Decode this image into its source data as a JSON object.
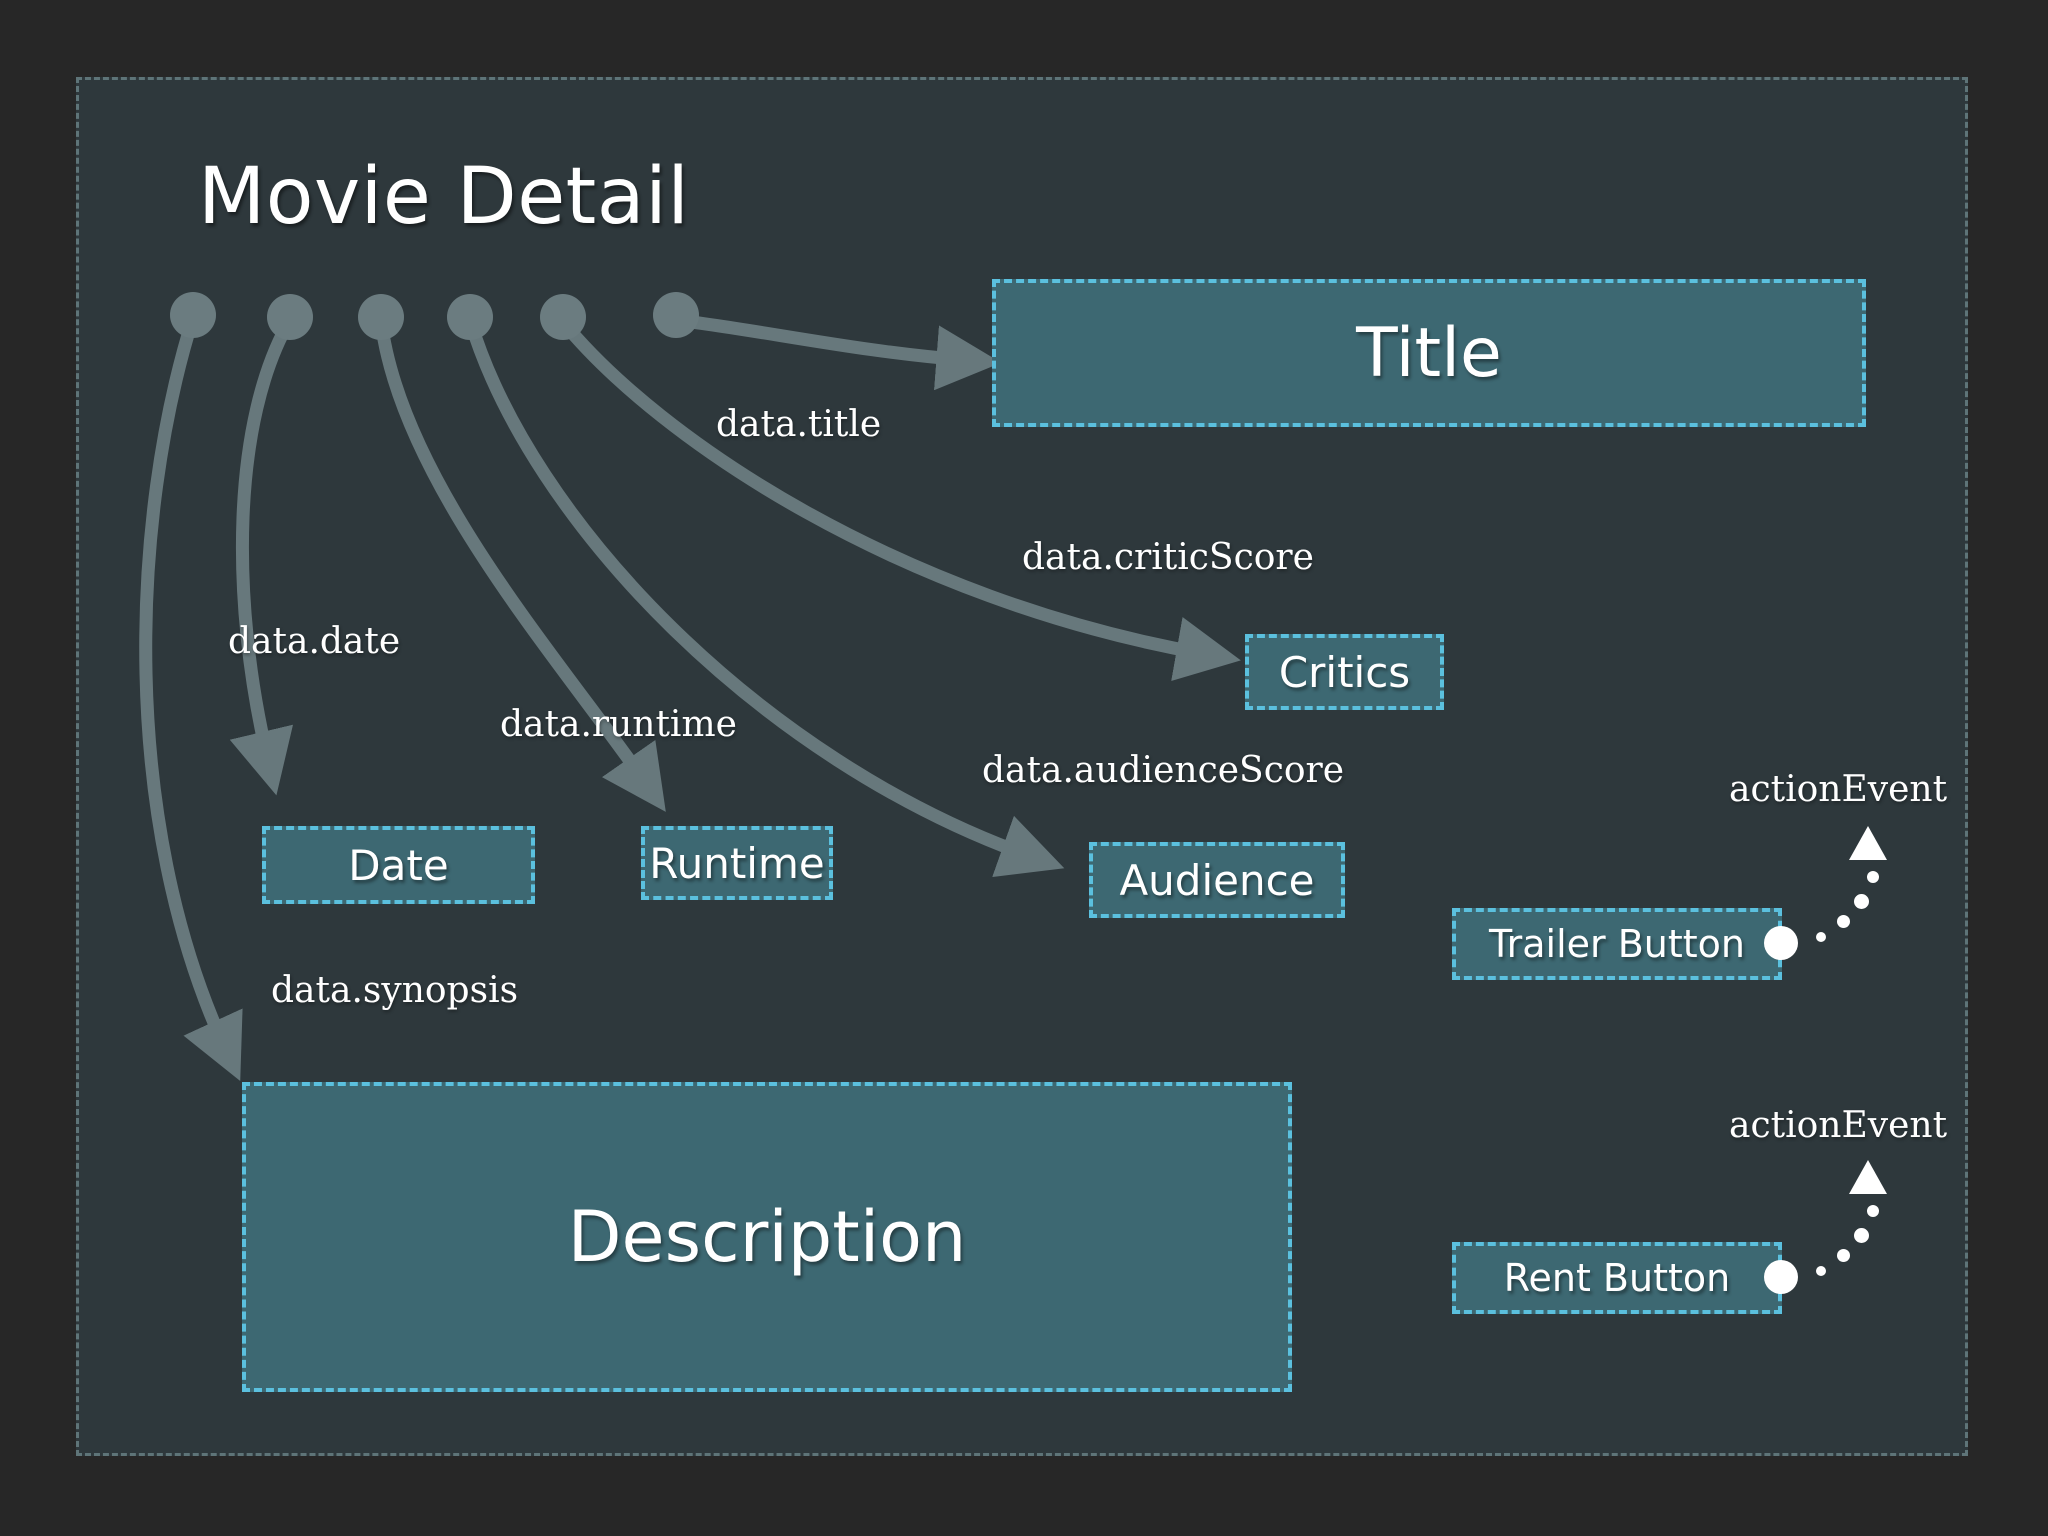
{
  "screen": {
    "title": "Movie Detail",
    "colors": {
      "page_background": "#272727",
      "canvas_background": "#2E383C",
      "canvas_border": "#5E7478",
      "node_fill": "#3D6872",
      "node_border": "#5BC0DE",
      "text": "#FFFFFF",
      "connector": "#6B7C80",
      "event_marker": "#FFFFFF"
    }
  },
  "nodes": [
    {
      "id": "title",
      "label": "Title"
    },
    {
      "id": "critics",
      "label": "Critics"
    },
    {
      "id": "date",
      "label": "Date"
    },
    {
      "id": "runtime",
      "label": "Runtime"
    },
    {
      "id": "audience",
      "label": "Audience"
    },
    {
      "id": "description",
      "label": "Description"
    },
    {
      "id": "trailer",
      "label": "Trailer Button"
    },
    {
      "id": "rent",
      "label": "Rent Button"
    }
  ],
  "bindings": [
    {
      "id": "title",
      "label": "data.title",
      "target": "Title"
    },
    {
      "id": "date",
      "label": "data.date",
      "target": "Date"
    },
    {
      "id": "runtime",
      "label": "data.runtime",
      "target": "Runtime"
    },
    {
      "id": "critic",
      "label": "data.criticScore",
      "target": "Critics"
    },
    {
      "id": "audience",
      "label": "data.audienceScore",
      "target": "Audience"
    },
    {
      "id": "synopsis",
      "label": "data.synopsis",
      "target": "Description"
    }
  ],
  "events": [
    {
      "id": "trailer",
      "label": "actionEvent",
      "source": "Trailer Button"
    },
    {
      "id": "rent",
      "label": "actionEvent",
      "source": "Rent Button"
    }
  ]
}
